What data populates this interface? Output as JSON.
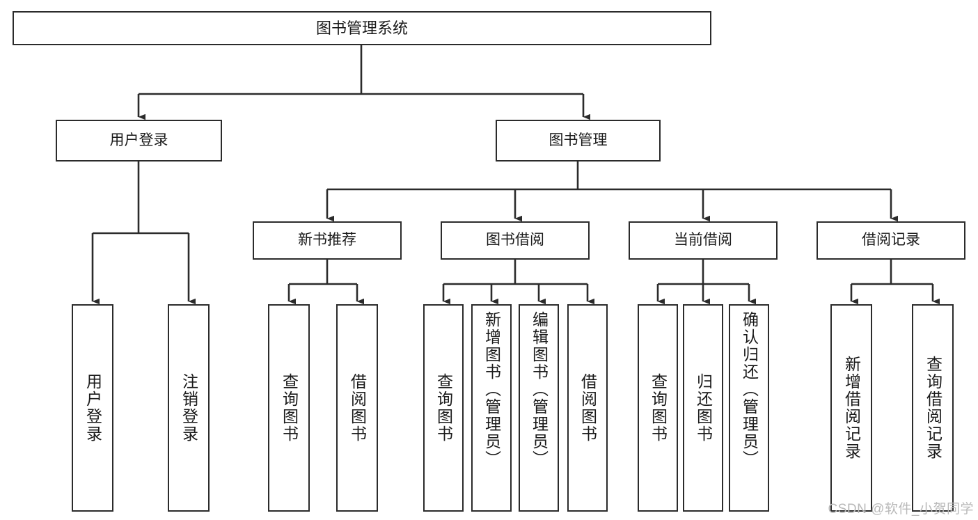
{
  "diagram": {
    "title": "图书管理系统",
    "type": "tree-hierarchy-chart",
    "root": {
      "id": "root",
      "label": "图书管理系统"
    },
    "level1": [
      {
        "id": "user-login",
        "label": "用户登录"
      },
      {
        "id": "book-manage",
        "label": "图书管理"
      }
    ],
    "level2": [
      {
        "id": "new-book-rec",
        "label": "新书推荐"
      },
      {
        "id": "book-borrow",
        "label": "图书借阅"
      },
      {
        "id": "current-borrow",
        "label": "当前借阅"
      },
      {
        "id": "borrow-record",
        "label": "借阅记录"
      }
    ],
    "leaves": {
      "user_login": [
        {
          "id": "leaf-user-login",
          "label": "用户登录"
        },
        {
          "id": "leaf-logout",
          "label": "注销登录"
        }
      ],
      "new_book_rec": [
        {
          "id": "leaf-query-book-1",
          "label": "查询图书"
        },
        {
          "id": "leaf-borrow-book-1",
          "label": "借阅图书"
        }
      ],
      "book_borrow": [
        {
          "id": "leaf-query-book-2",
          "label": "查询图书"
        },
        {
          "id": "leaf-add-book",
          "label": "新增图书（管理员）"
        },
        {
          "id": "leaf-edit-book",
          "label": "编辑图书（管理员）"
        },
        {
          "id": "leaf-borrow-book-2",
          "label": "借阅图书"
        }
      ],
      "current_borrow": [
        {
          "id": "leaf-query-book-3",
          "label": "查询图书"
        },
        {
          "id": "leaf-return-book",
          "label": "归还图书"
        },
        {
          "id": "leaf-confirm-return",
          "label": "确认归还（管理员）"
        }
      ],
      "borrow_record": [
        {
          "id": "leaf-add-record",
          "label": "新增借阅记录"
        },
        {
          "id": "leaf-query-record",
          "label": "查询借阅记录"
        }
      ]
    }
  },
  "watermark": {
    "text": "CSDN @软件_小贺同学"
  },
  "colors": {
    "stroke": "#2b2b2b",
    "fill": "#ffffff",
    "text": "#1a1a1a",
    "watermark": "#b9b9b9"
  }
}
